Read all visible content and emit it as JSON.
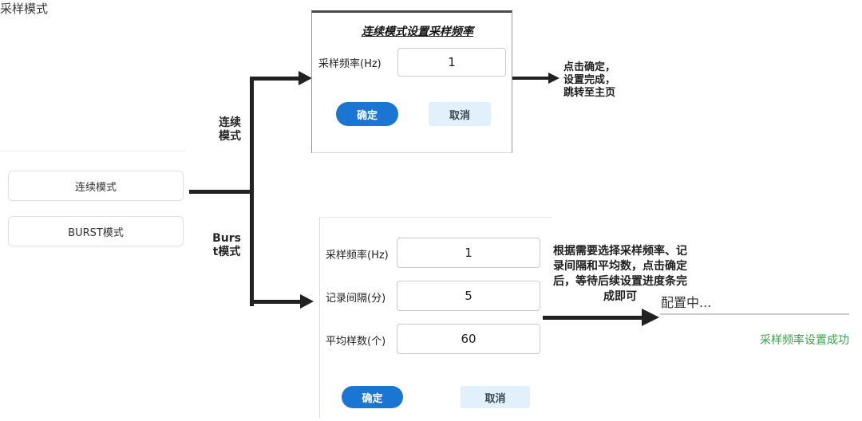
{
  "colors": {
    "accent": "#1b76d3",
    "cancel-bg": "#e2f0fb",
    "cancel-text": "#3a4750",
    "success": "#39a348",
    "connector": "#212121"
  },
  "left_panel": {
    "heading": "采样模式",
    "continuous_button": "连续模式",
    "burst_button": "BURST模式"
  },
  "branches": {
    "continuous_label": "连续模式",
    "burst_label": "Burst模式"
  },
  "continuous_dialog": {
    "title": "连续模式设置采样频率",
    "fields": [
      {
        "label": "采样频率(Hz)",
        "value": "1"
      }
    ],
    "confirm_label": "确定",
    "cancel_label": "取消"
  },
  "continuous_note": {
    "lines": [
      "点击确定，",
      "设置完成，",
      "跳转至主页"
    ]
  },
  "burst_dialog": {
    "fields": [
      {
        "label": "采样频率(Hz)",
        "value": "1"
      },
      {
        "label": "记录间隔(分)",
        "value": "5"
      },
      {
        "label": "平均样数(个)",
        "value": "60"
      }
    ],
    "confirm_label": "确定",
    "cancel_label": "取消"
  },
  "burst_note": {
    "lines": [
      "根据需要选择采样频率、记",
      "录间隔和平均数，点击确定",
      "后，等待后续设置进度条完",
      "成即可"
    ]
  },
  "result": {
    "configuring_text": "配置中...",
    "success_text": "采样频率设置成功"
  }
}
